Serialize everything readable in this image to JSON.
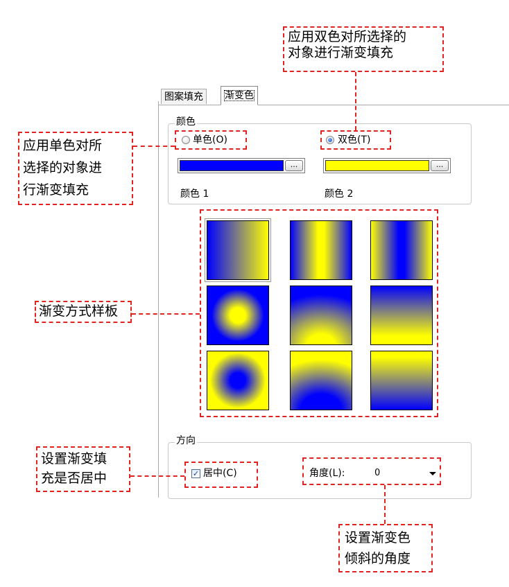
{
  "tabs": [
    {
      "label": "图案填充",
      "active": false
    },
    {
      "label": "渐变色",
      "active": true
    }
  ],
  "color_group": {
    "title": "颜色",
    "one_color": {
      "label": "单色(O)",
      "checked": false
    },
    "two_color": {
      "label": "双色(T)",
      "checked": true
    },
    "color1": {
      "label": "颜色 1",
      "value": "#0000ff"
    },
    "color2": {
      "label": "颜色 2",
      "value": "#ffff00"
    },
    "browse_label": "..."
  },
  "presets": [
    "linear-left-right",
    "linear-center-band",
    "linear-center-band-inverted",
    "spherical",
    "hemispherical-top",
    "curved-top",
    "spherical-inverted",
    "hemispherical-bottom",
    "curved-bottom"
  ],
  "direction_group": {
    "title": "方向",
    "centered": {
      "label": "居中(C)",
      "checked": true
    },
    "angle_label": "角度(L):",
    "angle_value": "0"
  },
  "annotations": {
    "two_color": "应用双色对所选择的\n对象进行渐变填充",
    "one_color": "应用单色对所\n选择的对象进\n行渐变填充",
    "presets": "渐变方式样板",
    "centered": "设置渐变填\n充是否居中",
    "angle": "设置渐变色\n倾斜的角度"
  },
  "colors": {
    "primary": "#0000ff",
    "secondary": "#ffff00",
    "annotation": "#e0231e"
  }
}
